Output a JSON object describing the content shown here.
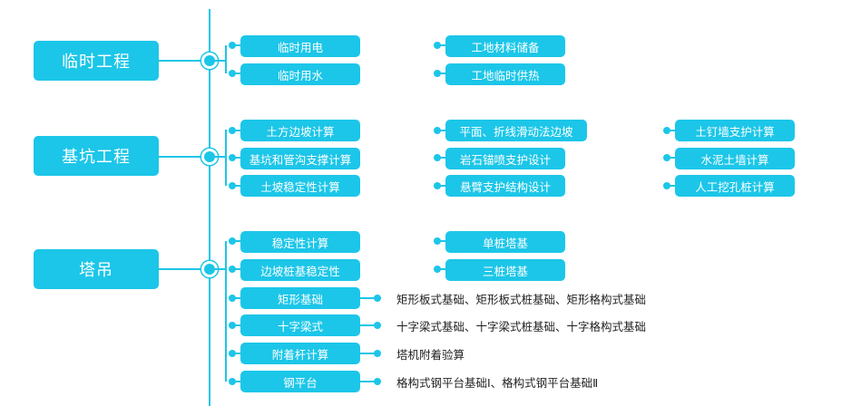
{
  "colors": {
    "accent": "#1cc6e8",
    "text": "#222222",
    "label": "#ffffff"
  },
  "categories": {
    "temp": "临时工程",
    "pit": "基坑工程",
    "crane": "塔吊"
  },
  "temp": {
    "electricity": "临时用电",
    "water": "临时用水",
    "storage": "工地材料储备",
    "heating": "工地临时供热"
  },
  "pit": {
    "slope_calc": "土方边坡计算",
    "trench_support": "基坑和管沟支撑计算",
    "slope_stability": "土坡稳定性计算",
    "plane_fold_slope": "平面、折线滑动法边坡",
    "rock_anchor": "岩石锚喷支护设计",
    "cantilever": "悬臂支护结构设计",
    "soil_nail": "土钉墙支护计算",
    "cement_wall": "水泥土墙计算",
    "manual_pile": "人工挖孔桩计算"
  },
  "crane": {
    "stability": "稳定性计算",
    "slope_pile": "边坡桩基稳定性",
    "single_pile": "单桩塔基",
    "three_pile": "三桩塔基",
    "rect_foundation": "矩形基础",
    "rect_foundation_note": "矩形板式基础、矩形板式桩基础、矩形格构式基础",
    "cross_beam": "十字梁式",
    "cross_beam_note": "十字梁式基础、十字梁式桩基础、十字格构式基础",
    "attach_rod": "附着杆计算",
    "attach_rod_note": "塔机附着验算",
    "steel_platform": "钢平台",
    "steel_platform_note": "格构式钢平台基础Ⅰ、格构式钢平台基础Ⅱ"
  }
}
